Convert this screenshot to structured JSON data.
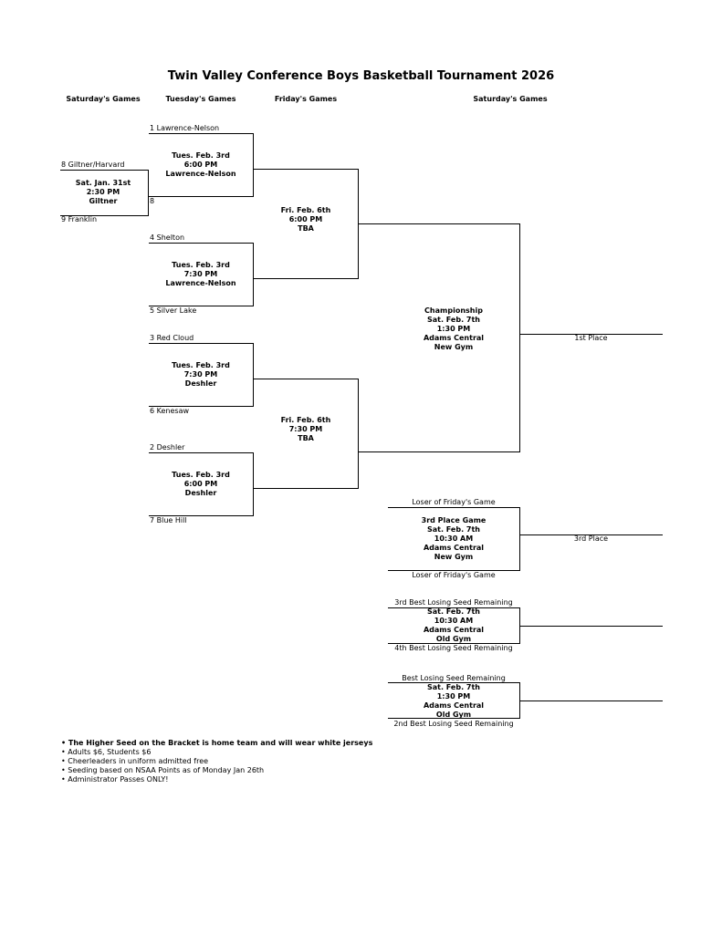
{
  "title": "Twin Valley Conference Boys Basketball Tournament 2026",
  "headers": {
    "col1": "Saturday's Games",
    "col2": "Tuesday's Games",
    "col3": "Friday's Games",
    "col4": "Saturday's Games"
  },
  "teams": {
    "t_lawrence": "1 Lawrence-Nelson",
    "t_giltner_harvard": "8 Giltner/Harvard",
    "t_eight": "8",
    "t_franklin": "9 Franklin",
    "t_shelton": "4 Shelton",
    "t_silver_lake": "5 Silver Lake",
    "t_red_cloud": "3 Red Cloud",
    "t_kenesaw": "6 Kenesaw",
    "t_deshler": "2 Deshler",
    "t_blue_hill": "7 Blue Hill"
  },
  "games": {
    "play_in": [
      "Sat. Jan. 31st",
      "2:30 PM",
      "Giltner"
    ],
    "qf1": [
      "Tues. Feb. 3rd",
      "6:00 PM",
      "Lawrence-Nelson"
    ],
    "qf2": [
      "Tues. Feb. 3rd",
      "7:30 PM",
      "Lawrence-Nelson"
    ],
    "qf3": [
      "Tues. Feb. 3rd",
      "7:30 PM",
      "Deshler"
    ],
    "qf4": [
      "Tues. Feb. 3rd",
      "6:00 PM",
      "Deshler"
    ],
    "sf1": [
      "Fri. Feb. 6th",
      "6:00 PM",
      "TBA"
    ],
    "sf2": [
      "Fri. Feb. 6th",
      "7:30 PM",
      "TBA"
    ],
    "championship": [
      "Championship",
      "Sat. Feb. 7th",
      "1:30 PM",
      "Adams Central",
      "New Gym"
    ],
    "third_place_game": [
      "3rd Place Game",
      "Sat. Feb. 7th",
      "10:30 AM",
      "Adams Central",
      "New Gym"
    ],
    "consolation1": [
      "Sat. Feb. 7th",
      "10:30 AM",
      "Adams Central",
      "Old Gym"
    ],
    "consolation2": [
      "Sat. Feb. 7th",
      "1:30 PM",
      "Adams Central",
      "Old Gym"
    ]
  },
  "labels": {
    "first_place": "1st Place",
    "third_place": "3rd Place",
    "loser_top": "Loser of Friday's Game",
    "loser_bottom": "Loser of Friday's Game",
    "seed3_remaining": "3rd Best Losing Seed Remaining",
    "seed4_remaining": "4th Best Losing Seed Remaining",
    "best_remaining": "Best Losing Seed Remaining",
    "seed2_remaining": "2nd Best Losing Seed Remaining"
  },
  "notes": [
    "• The Higher Seed on the Bracket is home team and will wear white jerseys",
    "• Adults $6, Students $6",
    "• Cheerleaders in uniform admitted free",
    "• Seeding based on NSAA Points as of Monday Jan 26th",
    "• Administrator Passes ONLY!"
  ]
}
